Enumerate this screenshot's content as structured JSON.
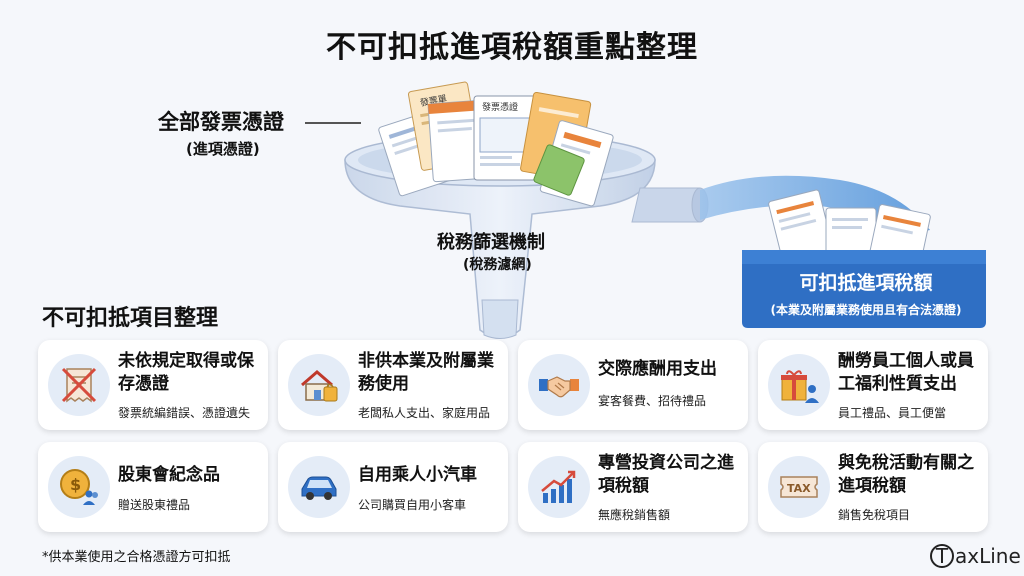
{
  "title": "不可扣抵進項稅額重點整理",
  "input_label": "全部發票憑證",
  "input_sub": "(進項憑證)",
  "doc_labels": [
    "發票單",
    "發票憑證"
  ],
  "filter_label": "稅務篩選機制",
  "filter_sub": "(稅務濾網)",
  "output_title": "可扣抵進項稅額",
  "output_sub": "(本業及附屬業務使用且有合法憑證)",
  "section_title": "不可扣抵項目整理",
  "cards": [
    {
      "icon": "crossed-receipt-icon",
      "title": "未依規定取得或保存憑證",
      "sub": "發票統編錯誤、憑證遺失"
    },
    {
      "icon": "house-bag-icon",
      "title": "非供本業及附屬業務使用",
      "sub": "老闆私人支出、家庭用品"
    },
    {
      "icon": "handshake-icon",
      "title": "交際應酬用支出",
      "sub": "宴客餐費、招待禮品"
    },
    {
      "icon": "gift-person-icon",
      "title": "酬勞員工個人或員工福利性質支出",
      "sub": "員工禮品、員工便當"
    },
    {
      "icon": "coin-people-icon",
      "title": "股東會紀念品",
      "sub": "贈送股東禮品"
    },
    {
      "icon": "car-icon",
      "title": "自用乘人小汽車",
      "sub": "公司購買自用小客車"
    },
    {
      "icon": "growth-chart-icon",
      "title": "專營投資公司之進項稅額",
      "sub": "無應稅銷售額"
    },
    {
      "icon": "tax-ticket-icon",
      "title": "與免稅活動有關之進項稅額",
      "sub": "銷售免稅項目"
    }
  ],
  "footnote": "*供本業使用之合格憑證方可扣抵",
  "logo": {
    "mark": "T",
    "rest": "axLine"
  },
  "colors": {
    "accent": "#2f6fc4",
    "funnel": "#cfdbee",
    "icon_bg": "#e4ecf7",
    "orange": "#e8843c"
  }
}
